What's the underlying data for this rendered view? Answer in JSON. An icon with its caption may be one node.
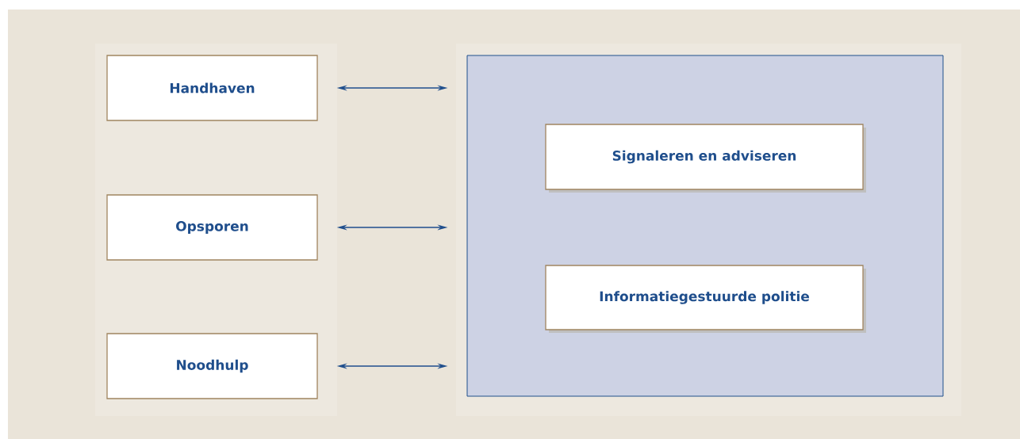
{
  "diagram": {
    "nodes": [
      {
        "text": [
          "Handhaven"
        ]
      },
      {
        "text": [
          "Opsporen"
        ]
      },
      {
        "text": [
          "Noodhulp"
        ]
      },
      {
        "text": [],
        "shape": "box"
      },
      {
        "text": [
          "Signaleren en adviseren"
        ],
        "in": 3
      },
      {
        "text": [
          "Informatiegestuurde politie"
        ],
        "in": 3
      }
    ],
    "edges": [
      {
        "from": 0,
        "to": 3,
        "arrow": "both"
      },
      {
        "from": 1,
        "to": 3,
        "arrow": "both"
      },
      {
        "from": 2,
        "to": 3,
        "arrow": "both"
      }
    ]
  }
}
